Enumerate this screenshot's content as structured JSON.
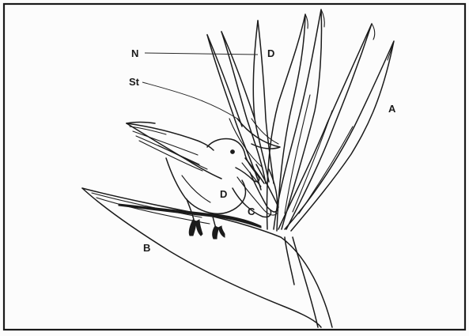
{
  "figure": {
    "labels": {
      "n": "N",
      "d_top": "D",
      "st": "St",
      "a": "A",
      "d_bird": "D",
      "c": "C",
      "b": "B"
    }
  }
}
